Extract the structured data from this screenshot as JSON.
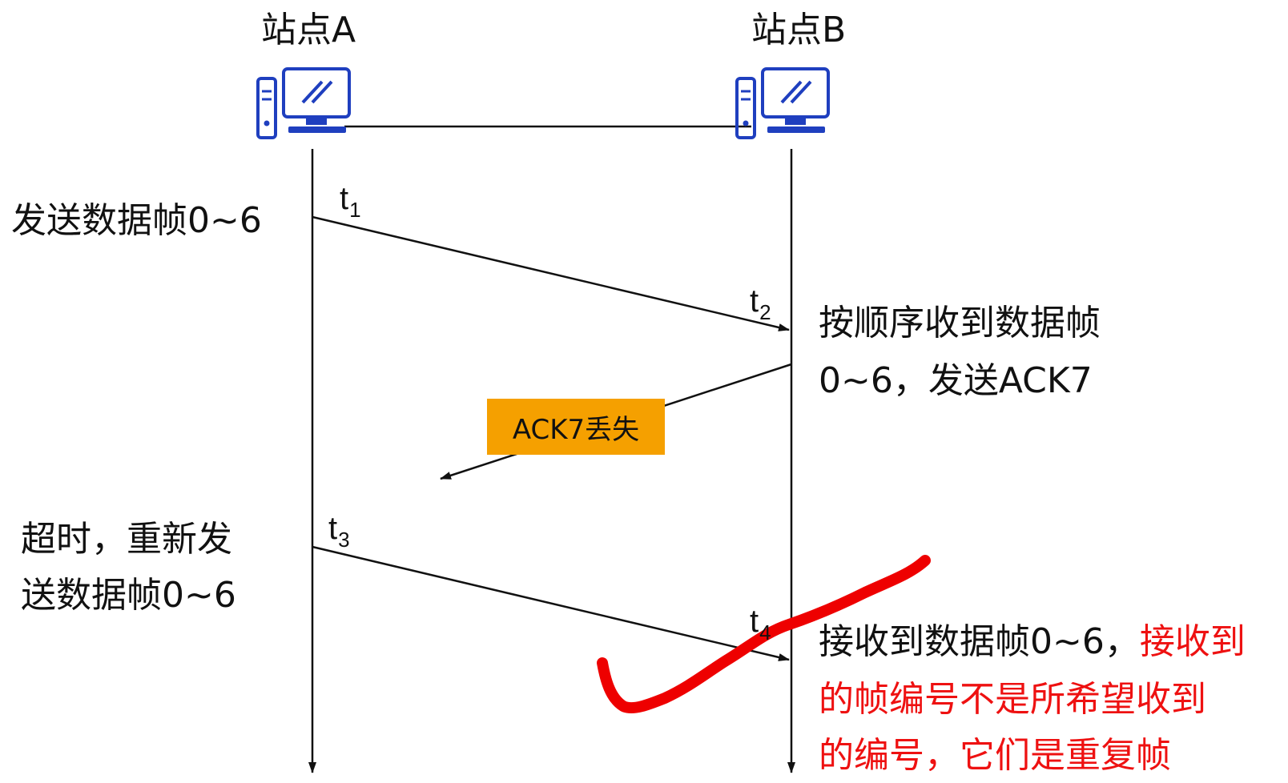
{
  "stations": {
    "a": "站点A",
    "b": "站点B"
  },
  "times": {
    "t1": "1",
    "t2": "2",
    "t3": "3",
    "t4": "4",
    "t_letter": "t"
  },
  "left_notes": {
    "send": "发送数据帧0~6",
    "timeout_line1": "超时，重新发",
    "timeout_line2": "送数据帧0~6"
  },
  "right_notes": {
    "recv_line1": "按顺序收到数据帧",
    "recv_line2": "0~6，发送ACK7",
    "dup_black": "接收到数据帧0~6，",
    "dup_red_1": "接收到",
    "dup_red_2": "的帧编号不是所希望收到",
    "dup_red_3": "的编号，它们是重复帧"
  },
  "lost_label": "ACK7丢失",
  "colors": {
    "icon_blue": "#1f3fbf",
    "lost_orange": "#f5a000",
    "highlight_red": "#ee1111",
    "stroke_red": "#ee0000"
  },
  "icons": [
    "computer-icon",
    "computer-icon"
  ]
}
